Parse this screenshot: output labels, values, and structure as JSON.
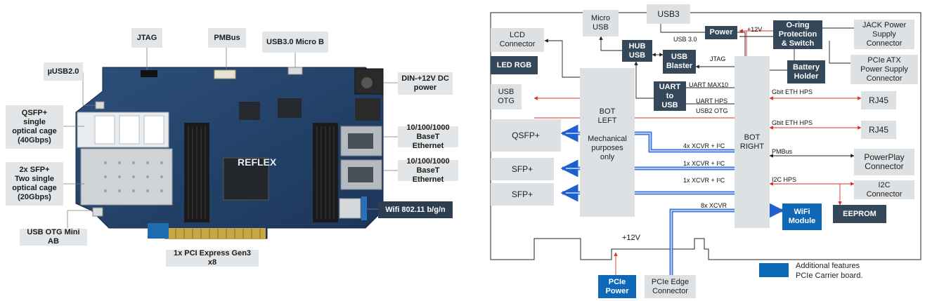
{
  "board_photo": {
    "labels": {
      "jtag": "JTAG",
      "pmbus": "PMBus",
      "usb3_micro_b": "USB3.0 Micro B",
      "musb2": "µUSB2.0",
      "din_power": "DIN-+12V DC\npower",
      "qsfp_cage": "QSFP+\nsingle\noptical cage\n(40Gbps)",
      "eth1": "10/100/1000\nBaseT Ethernet",
      "eth2": "10/100/1000\nBaseT Ethernet",
      "sfp_cage": "2x SFP+\nTwo single\noptical cage\n(20Gbps)",
      "wifi": "Wifi 802.11 b/g/n",
      "usb_otg_mini": "USB OTG Mini AB",
      "pcie_gen3": "1x PCI Express Gen3 x8"
    },
    "logo_text": "REFLEX"
  },
  "block_diagram": {
    "blocks": {
      "micro_usb": "Micro\nUSB",
      "usb3": "USB3",
      "lcd_connector": "LCD\nConnector",
      "hub_usb": "HUB\nUSB",
      "usb_blaster": "USB\nBlaster",
      "power": "Power",
      "oring": "O-ring\nProtection\n& Switch",
      "jack_power": "JACK Power\nSupply\nConnector",
      "pcie_atx": "PCIe ATX\nPower Supply\nConnector",
      "battery_holder": "Battery\nHolder",
      "led_rgb": "LED RGB",
      "usb_otg": "USB\nOTG",
      "uart_to_usb": "UART\nto\nUSB",
      "bot_left": "BOT\nLEFT\n\nMechanical\npurposes\nonly",
      "bot_right": "BOT\nRIGHT",
      "rj45_1": "RJ45",
      "rj45_2": "RJ45",
      "qsfp": "QSFP+",
      "sfp1": "SFP+",
      "sfp2": "SFP+",
      "powerplay": "PowerPlay\nConnector",
      "i2c_connector": "I2C\nConnector",
      "wifi_module": "WiFi\nModule",
      "eeprom": "EEPROM",
      "pcie_power": "PCIe\nPower",
      "pcie_edge": "PCIe Edge\nConnector"
    },
    "signals": {
      "usb30": "USB 3.0",
      "plus12v": "+12V",
      "plus12v_pcie": "+12V",
      "jtag": "JTAG",
      "uart_max10": "UART MAX10",
      "uart_hps": "UART HPS",
      "usb2_otg": "USB2 OTG",
      "gbit_eth_hps1": "Gbit ETH HPS",
      "gbit_eth_hps2": "Gbit ETH HPS",
      "xcvr4": "4x XCVR + I²C",
      "xcvr1a": "1x XCVR + I²C",
      "xcvr1b": "1x XCVR + I²C",
      "pmbus": "PMBus",
      "i2c_hps": "I2C HPS",
      "xcvr8": "8x XCVR"
    },
    "legend": "Additional features\nPCIe Carrier board.",
    "colors": {
      "dark_block": "#35485a",
      "blue_block": "#0d68b8",
      "grey_block": "#dde1e3",
      "red_line": "#e02a2a",
      "blue_bus": "#1f5fcf"
    }
  }
}
